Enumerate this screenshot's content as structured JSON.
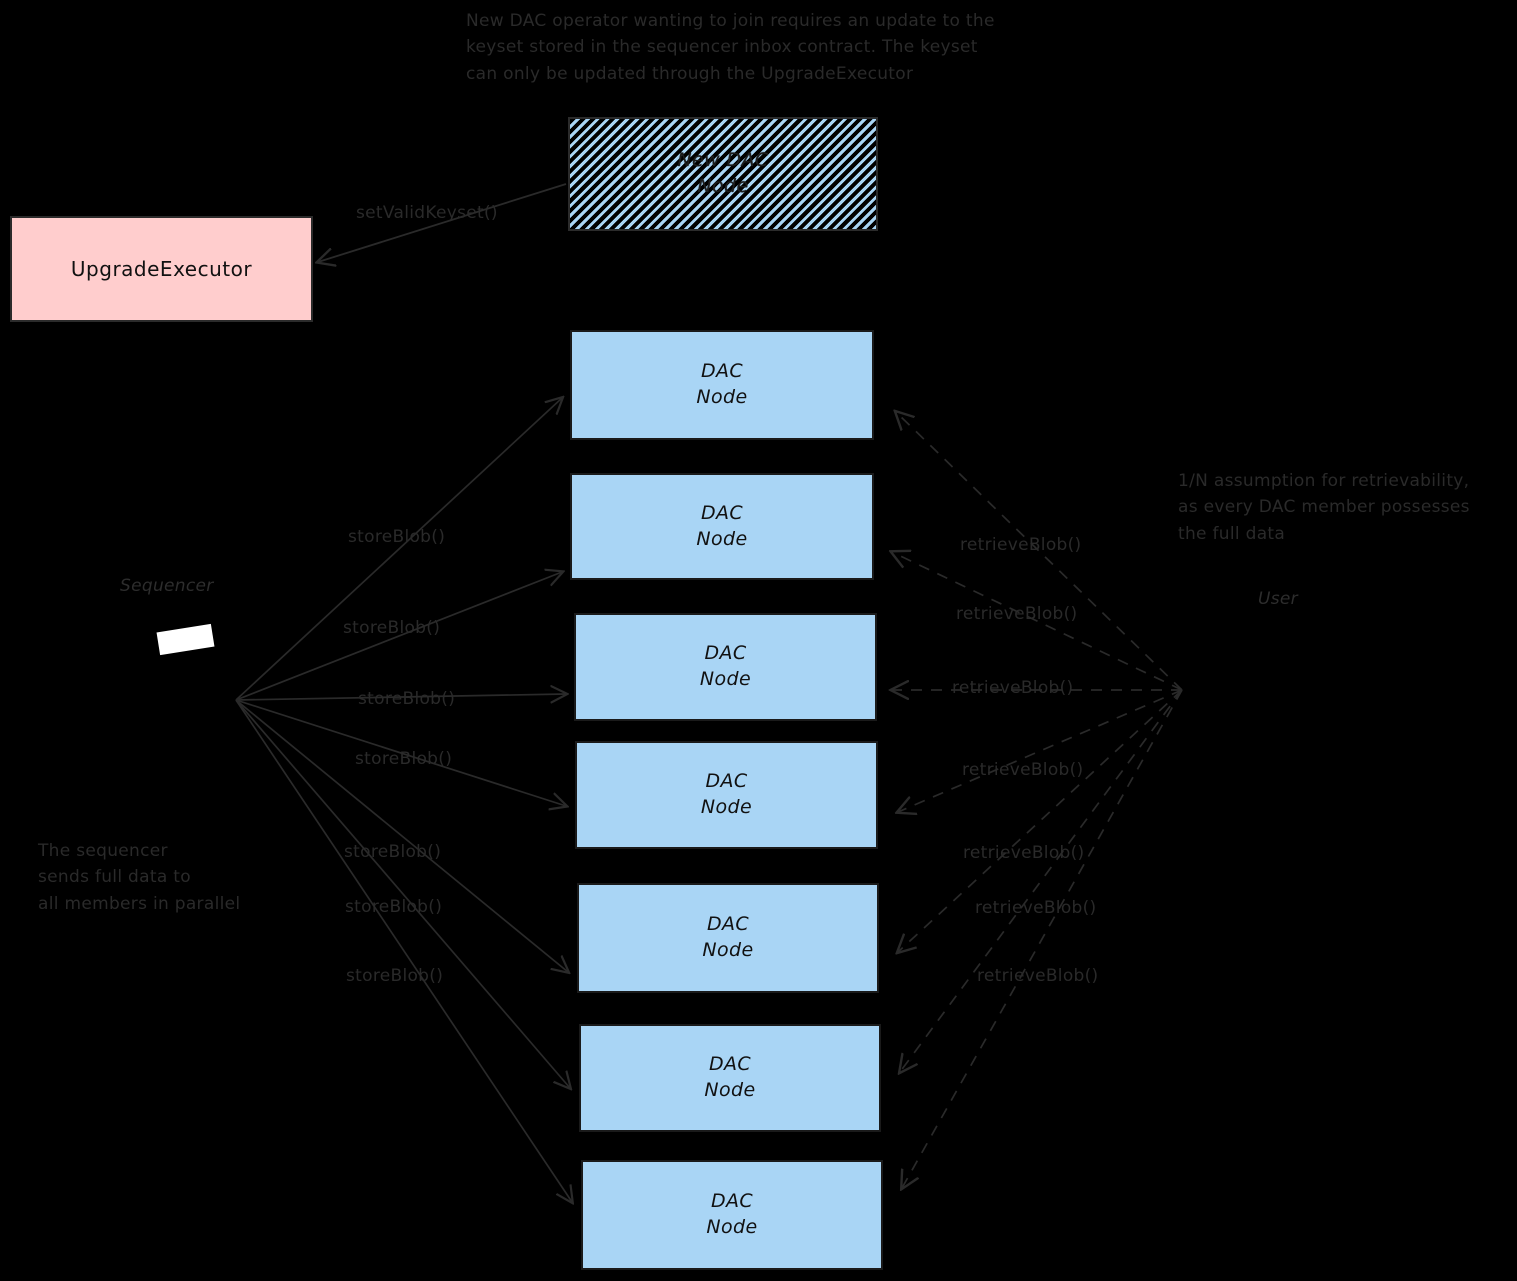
{
  "diagram": {
    "title_note": "New DAC operator wanting to join requires an update to the\nkeyset stored in the sequencer inbox contract. The keyset\ncan only be updated through the UpgradeExecutor",
    "left_note": "The sequencer\nsends full data to\nall members in parallel",
    "right_note": "1/N assumption for retrievability,\nas every DAC member possesses\nthe full data",
    "colors": {
      "background": "#000000",
      "node_fill": "#a9d5f5",
      "node_stroke": "#1a1a1a",
      "upgrade_fill": "#ffcdcd",
      "upgrade_stroke": "#2b2b2b",
      "text": "#2a2a2a",
      "arrow": "#2a2a2a"
    }
  },
  "actors": {
    "sequencer_label": "Sequencer",
    "user_label": "User"
  },
  "upgrade_executor": {
    "label": "UpgradeExecutor"
  },
  "new_node": {
    "line1": "New DAC",
    "line2": "Node"
  },
  "dac_nodes": [
    {
      "line1": "DAC",
      "line2": "Node"
    },
    {
      "line1": "DAC",
      "line2": "Node"
    },
    {
      "line1": "DAC",
      "line2": "Node"
    },
    {
      "line1": "DAC",
      "line2": "Node"
    },
    {
      "line1": "DAC",
      "line2": "Node"
    },
    {
      "line1": "DAC",
      "line2": "Node"
    },
    {
      "line1": "DAC",
      "line2": "Node"
    }
  ],
  "edges": {
    "set_valid_keyset": "setValidKeyset()",
    "store_blob": [
      "storeBlob()",
      "storeBlob()",
      "storeBlob()",
      "storeBlob()",
      "storeBlob()",
      "storeBlob()",
      "storeBlob()"
    ],
    "retrieve_blob": [
      "retrieveBlob()",
      "retrieveBlob()",
      "retrieveBlob()",
      "retrieveBlob()",
      "retrieveBlob()",
      "retrieveBlob()",
      "retrieveBlob()"
    ]
  }
}
